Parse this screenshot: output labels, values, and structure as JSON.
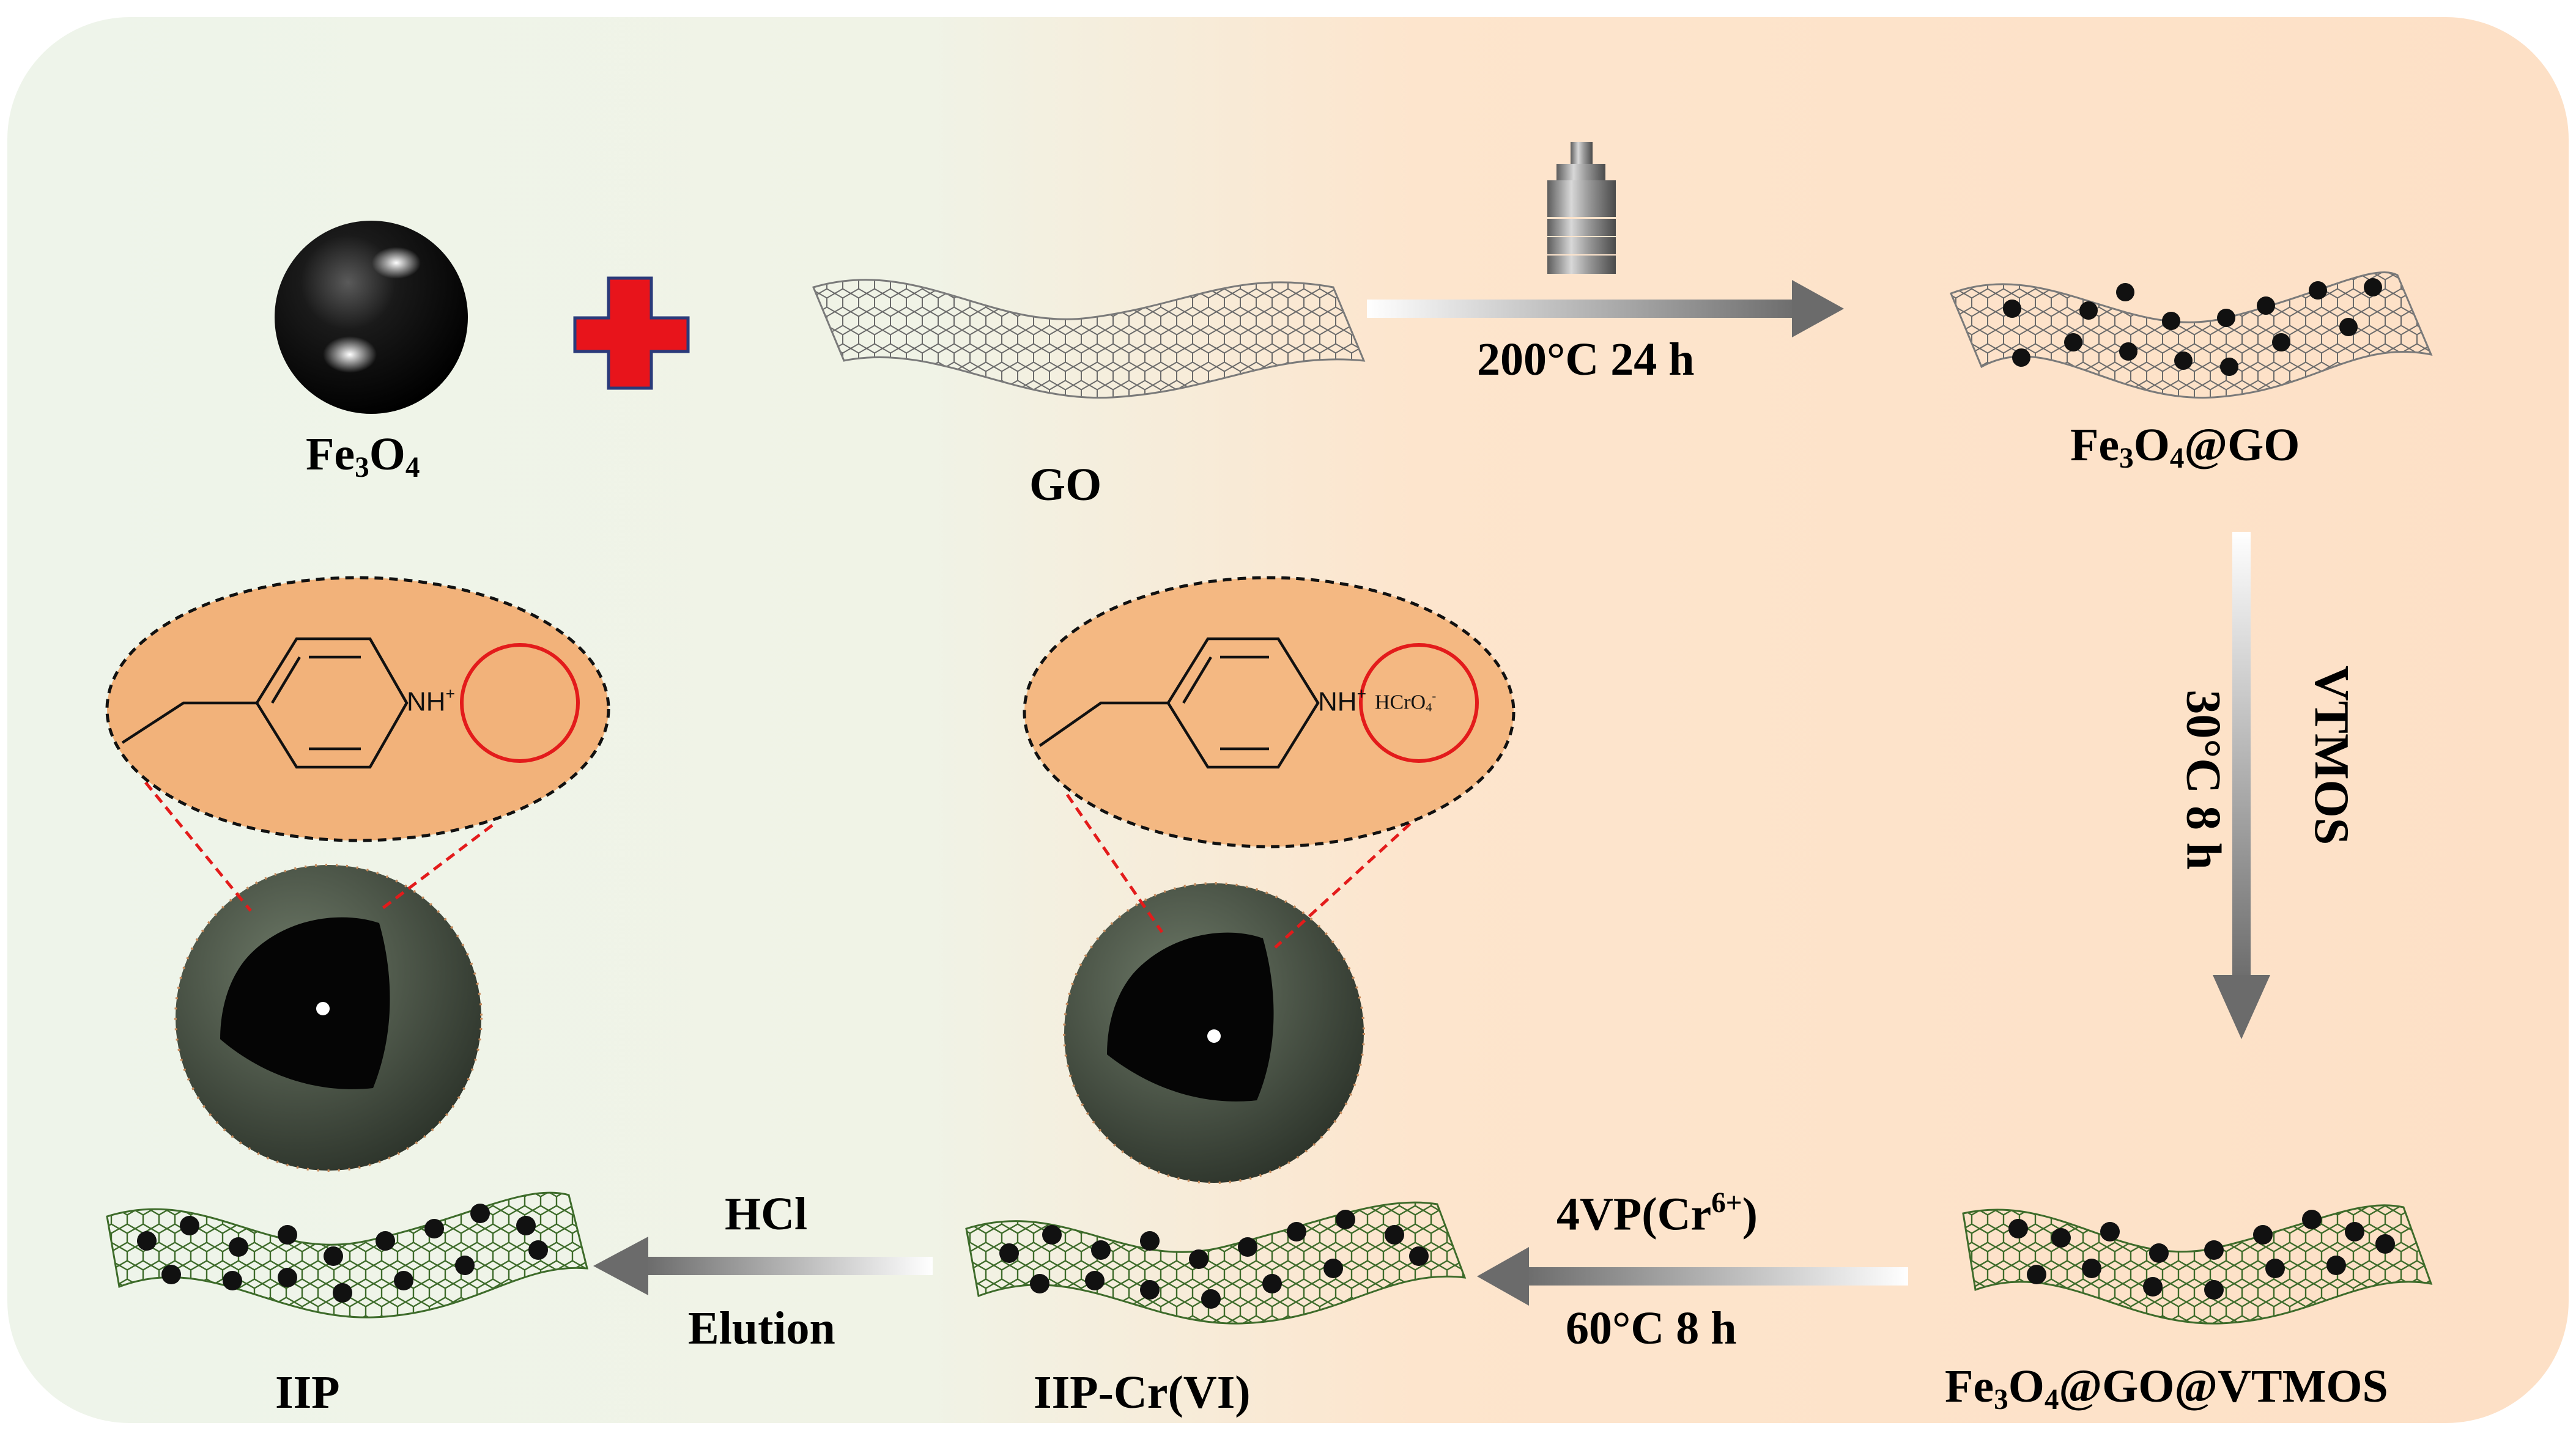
{
  "labels": {
    "fe3o4": {
      "main": "Fe",
      "sub1": "3",
      "mid": "O",
      "sub2": "4"
    },
    "go": "GO",
    "fe3o4_go": {
      "main": "Fe",
      "sub1": "3",
      "mid": "O",
      "sub2": "4",
      "tail": "@GO"
    },
    "fe3o4_go_vtmos": {
      "main": "Fe",
      "sub1": "3",
      "mid": "O",
      "sub2": "4",
      "tail": "@GO@VTMOS"
    },
    "iip": "IIP",
    "iip_cr": "IIP-Cr(VI)"
  },
  "arrows": {
    "step1_condition": "200°C 24 h",
    "step2_reagent": "VTMOS",
    "step2_condition": "30°C 8 h",
    "step3_reagent_main": "4VP(Cr",
    "step3_reagent_sup": "6+",
    "step3_reagent_close": ")",
    "step3_condition": "60°C 8 h",
    "step4_reagent": "HCl",
    "step4_condition": "Elution"
  },
  "zoom_left": {
    "nh": "NH",
    "nh_charge": "+"
  },
  "zoom_mid": {
    "nh": "NH",
    "nh_charge": "+",
    "anion_main": "HCrO",
    "anion_sub": "4",
    "anion_charge": "-"
  },
  "colors": {
    "bg_left": "#eef4ea",
    "bg_right": "#fde1c8",
    "plus_red": "#e8141b",
    "plus_outline": "#2a3a7a",
    "zoom_fill": "#f2b27a",
    "red_circle": "#e31b1b",
    "sheet_green": "#3d6b2a",
    "sheet_gray": "#6a6a6a"
  }
}
